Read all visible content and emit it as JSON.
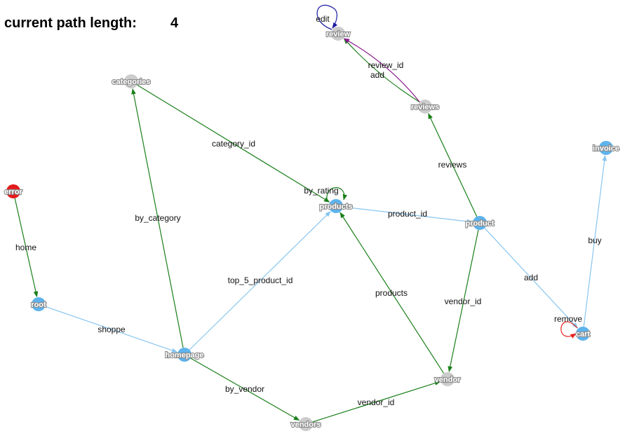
{
  "header": {
    "label": "current path length:",
    "value": "4"
  },
  "colors": {
    "blue_node": "#5eb3ec",
    "gray_node": "#cccccc",
    "red_node": "#e41a1c",
    "green_edge": "#1a7f1a",
    "blue_edge": "#87c6f0",
    "red_edge": "#e8221e",
    "purple_edge": "#8b1a8b",
    "navy_edge": "#1a1aa0"
  },
  "nodes": [
    {
      "id": "error",
      "label": "error",
      "color": "red"
    },
    {
      "id": "root",
      "label": "root",
      "color": "blue"
    },
    {
      "id": "homepage",
      "label": "homepage",
      "color": "blue"
    },
    {
      "id": "categories",
      "label": "categories",
      "color": "gray"
    },
    {
      "id": "products",
      "label": "products",
      "color": "blue"
    },
    {
      "id": "product",
      "label": "product",
      "color": "blue"
    },
    {
      "id": "reviews",
      "label": "reviews",
      "color": "gray"
    },
    {
      "id": "review",
      "label": "review",
      "color": "gray"
    },
    {
      "id": "invoice",
      "label": "invoice",
      "color": "blue"
    },
    {
      "id": "cart",
      "label": "cart",
      "color": "blue"
    },
    {
      "id": "vendor",
      "label": "vendor",
      "color": "gray"
    },
    {
      "id": "vendors",
      "label": "vendors",
      "color": "gray"
    }
  ],
  "edges": [
    {
      "from": "error",
      "to": "root",
      "label": "home",
      "color": "green"
    },
    {
      "from": "root",
      "to": "homepage",
      "label": "shoppe",
      "color": "blue"
    },
    {
      "from": "homepage",
      "to": "categories",
      "label": "by_category",
      "color": "green"
    },
    {
      "from": "homepage",
      "to": "products",
      "label": "top_5_product_id",
      "color": "blue"
    },
    {
      "from": "homepage",
      "to": "vendors",
      "label": "by_vendor",
      "color": "green"
    },
    {
      "from": "categories",
      "to": "products",
      "label": "category_id",
      "color": "green"
    },
    {
      "from": "products",
      "to": "products",
      "label": "by_rating",
      "color": "green"
    },
    {
      "from": "products",
      "to": "product",
      "label": "product_id",
      "color": "blue"
    },
    {
      "from": "product",
      "to": "reviews",
      "label": "reviews",
      "color": "green"
    },
    {
      "from": "product",
      "to": "vendor",
      "label": "vendor_id",
      "color": "green"
    },
    {
      "from": "product",
      "to": "cart",
      "label": "add",
      "color": "blue"
    },
    {
      "from": "reviews",
      "to": "review",
      "label": "review_id",
      "color": "green"
    },
    {
      "from": "reviews",
      "to": "review",
      "label": "add",
      "color": "purple"
    },
    {
      "from": "review",
      "to": "review",
      "label": "edit",
      "color": "navy"
    },
    {
      "from": "cart",
      "to": "cart",
      "label": "remove",
      "color": "red"
    },
    {
      "from": "cart",
      "to": "invoice",
      "label": "buy",
      "color": "blue"
    },
    {
      "from": "vendor",
      "to": "products",
      "label": "products",
      "color": "green"
    },
    {
      "from": "vendors",
      "to": "vendor",
      "label": "vendor_id",
      "color": "green"
    }
  ]
}
